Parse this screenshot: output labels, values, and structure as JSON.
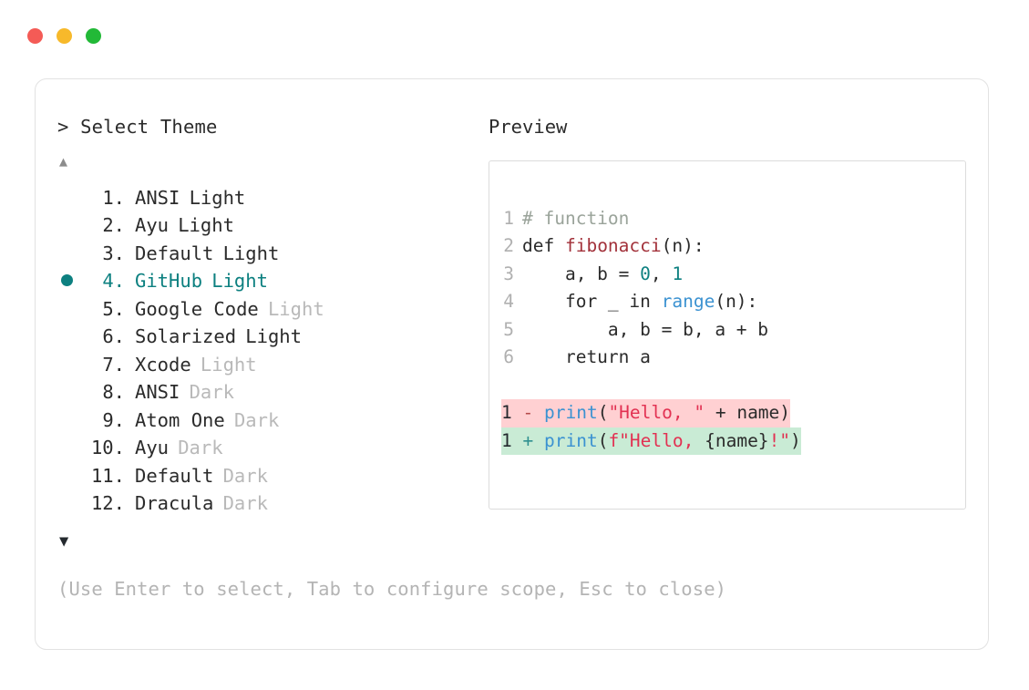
{
  "window": {
    "traffic_lights": [
      {
        "name": "close",
        "color": "#f45b56"
      },
      {
        "name": "minimize",
        "color": "#f7b92b"
      },
      {
        "name": "maximize",
        "color": "#22b937"
      }
    ]
  },
  "left_pane": {
    "prompt": "> Select Theme",
    "scroll_up_icon": "▲",
    "scroll_down_icon": "▼",
    "selected_index": 4,
    "selection_bullet": "●",
    "accent_color": "#0d8080",
    "themes": [
      {
        "number": "1.",
        "name": "ANSI",
        "variant": "Light",
        "variant_muted": false,
        "selected": false
      },
      {
        "number": "2.",
        "name": "Ayu",
        "variant": "Light",
        "variant_muted": false,
        "selected": false
      },
      {
        "number": "3.",
        "name": "Default",
        "variant": "Light",
        "variant_muted": false,
        "selected": false
      },
      {
        "number": "4.",
        "name": "GitHub",
        "variant": "Light",
        "variant_muted": false,
        "selected": true
      },
      {
        "number": "5.",
        "name": "Google Code",
        "variant": "Light",
        "variant_muted": true,
        "selected": false
      },
      {
        "number": "6.",
        "name": "Solarized",
        "variant": "Light",
        "variant_muted": false,
        "selected": false
      },
      {
        "number": "7.",
        "name": "Xcode",
        "variant": "Light",
        "variant_muted": true,
        "selected": false
      },
      {
        "number": "8.",
        "name": "ANSI",
        "variant": "Dark",
        "variant_muted": true,
        "selected": false
      },
      {
        "number": "9.",
        "name": "Atom One",
        "variant": "Dark",
        "variant_muted": true,
        "selected": false
      },
      {
        "number": "10.",
        "name": "Ayu",
        "variant": "Dark",
        "variant_muted": true,
        "selected": false
      },
      {
        "number": "11.",
        "name": "Default",
        "variant": "Dark",
        "variant_muted": true,
        "selected": false
      },
      {
        "number": "12.",
        "name": "Dracula",
        "variant": "Dark",
        "variant_muted": true,
        "selected": false
      }
    ],
    "help_text": "(Use Enter to select, Tab to configure scope, Esc to close)"
  },
  "right_pane": {
    "label": "Preview",
    "code": {
      "lines": [
        {
          "number": "1",
          "tokens": [
            {
              "text": "# function",
              "type": "comment"
            }
          ]
        },
        {
          "number": "2",
          "tokens": [
            {
              "text": "def ",
              "type": "keyword"
            },
            {
              "text": "fibonacci",
              "type": "func"
            },
            {
              "text": "(n):",
              "type": "punc"
            }
          ]
        },
        {
          "number": "3",
          "tokens": [
            {
              "text": "    a, b = ",
              "type": "plain"
            },
            {
              "text": "0",
              "type": "number"
            },
            {
              "text": ", ",
              "type": "plain"
            },
            {
              "text": "1",
              "type": "number"
            }
          ]
        },
        {
          "number": "4",
          "tokens": [
            {
              "text": "    for _ in ",
              "type": "plain"
            },
            {
              "text": "range",
              "type": "builtin"
            },
            {
              "text": "(n):",
              "type": "punc"
            }
          ]
        },
        {
          "number": "5",
          "tokens": [
            {
              "text": "        a, b = b, a + b",
              "type": "plain"
            }
          ]
        },
        {
          "number": "6",
          "tokens": [
            {
              "text": "    return a",
              "type": "plain"
            }
          ]
        }
      ],
      "diff": [
        {
          "number": "1",
          "marker": "-",
          "kind": "deletion",
          "bg": "#ffd0d2",
          "tokens": [
            {
              "text": "print",
              "type": "call"
            },
            {
              "text": "(",
              "type": "punc"
            },
            {
              "text": "\"Hello, \"",
              "type": "string"
            },
            {
              "text": " + name)",
              "type": "plain"
            }
          ]
        },
        {
          "number": "1",
          "marker": "+",
          "kind": "addition",
          "bg": "#c9ebd5",
          "tokens": [
            {
              "text": "print",
              "type": "call"
            },
            {
              "text": "(",
              "type": "punc"
            },
            {
              "text": "f\"Hello, ",
              "type": "string"
            },
            {
              "text": "{name}",
              "type": "plain"
            },
            {
              "text": "!\"",
              "type": "string"
            },
            {
              "text": ")",
              "type": "punc"
            }
          ]
        }
      ]
    }
  }
}
